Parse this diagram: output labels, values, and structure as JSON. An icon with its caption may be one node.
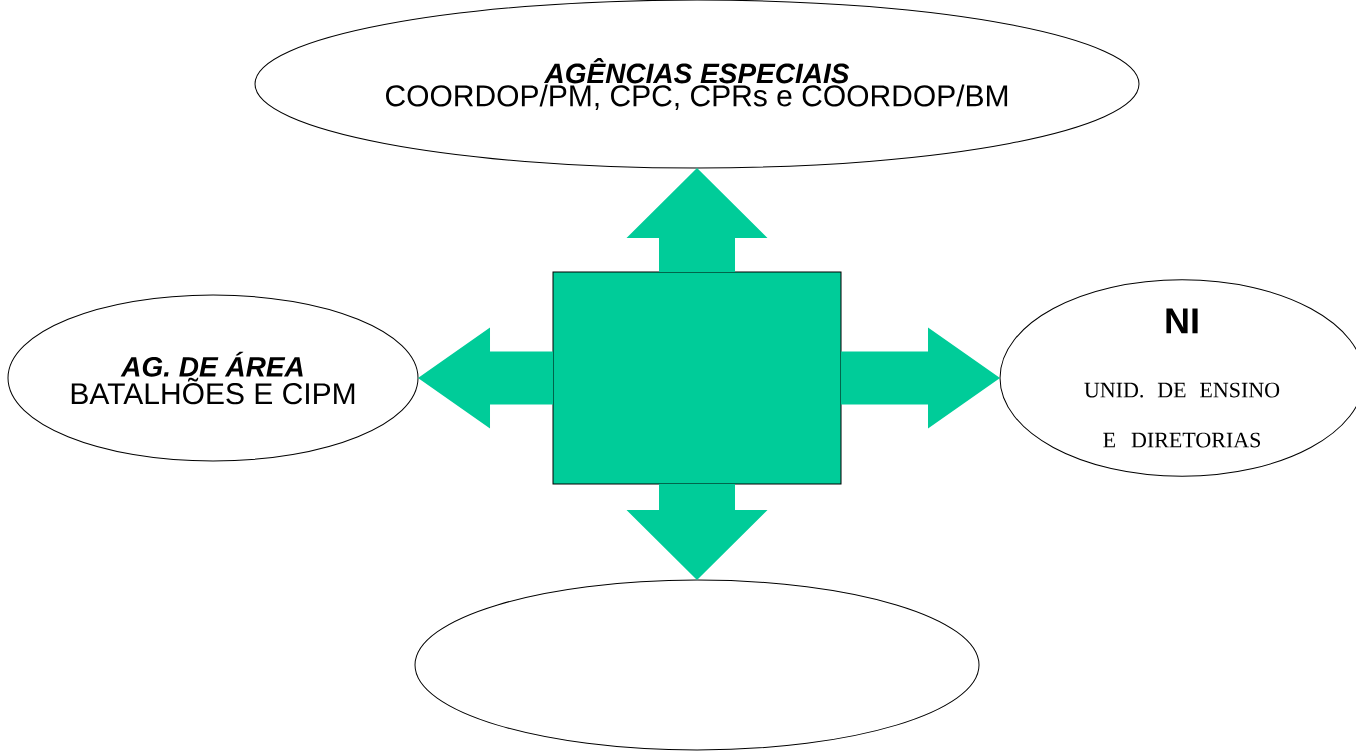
{
  "diagram": {
    "nodes": [
      {
        "text": [
          "AGÊNCIAS ESPECIAIS",
          "COORDOP/PM, CPC, CPRs e COORDOP/BM"
        ]
      },
      {
        "text": [
          "AG. DE ÁREA",
          "BATALHÕES E CIPM"
        ]
      },
      {
        "text": [],
        "shape": "box"
      },
      {
        "text": [
          "NI",
          "UNID. DE ENSINO E DIRETORIAS"
        ]
      },
      {
        "text": [],
        "shape": "ellipse"
      }
    ],
    "edges": [
      {
        "from": 2,
        "to": 0,
        "arrow": "to"
      },
      {
        "from": 2,
        "to": 1,
        "arrow": "to"
      },
      {
        "from": 2,
        "to": 3,
        "arrow": "to"
      },
      {
        "from": 2,
        "to": 4,
        "arrow": "to"
      }
    ]
  }
}
